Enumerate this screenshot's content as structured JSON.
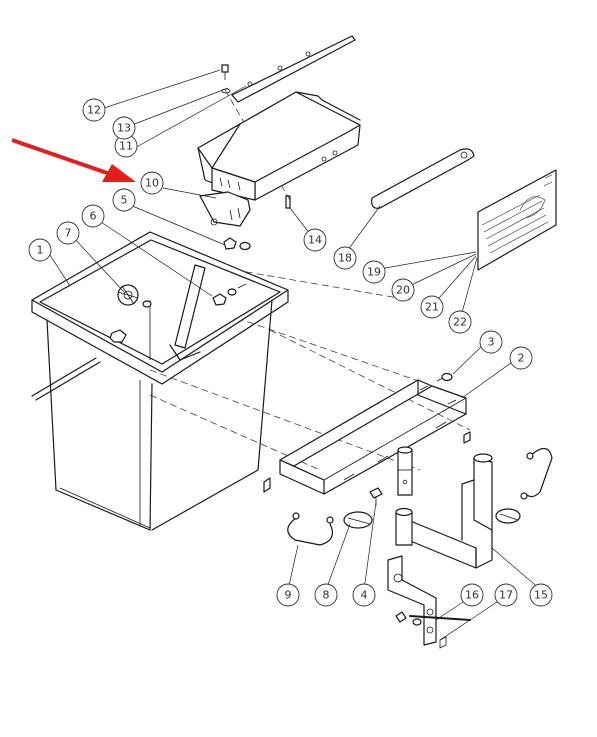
{
  "callouts": [
    {
      "id": "1",
      "label": "1"
    },
    {
      "id": "2",
      "label": "2"
    },
    {
      "id": "3",
      "label": "3"
    },
    {
      "id": "4",
      "label": "4"
    },
    {
      "id": "5",
      "label": "5"
    },
    {
      "id": "6",
      "label": "6"
    },
    {
      "id": "7",
      "label": "7"
    },
    {
      "id": "8",
      "label": "8"
    },
    {
      "id": "9",
      "label": "9"
    },
    {
      "id": "10",
      "label": "10"
    },
    {
      "id": "11",
      "label": "11"
    },
    {
      "id": "12",
      "label": "12"
    },
    {
      "id": "13",
      "label": "13"
    },
    {
      "id": "14",
      "label": "14"
    },
    {
      "id": "15",
      "label": "15"
    },
    {
      "id": "16",
      "label": "16"
    },
    {
      "id": "17",
      "label": "17"
    },
    {
      "id": "18",
      "label": "18"
    },
    {
      "id": "19",
      "label": "19"
    },
    {
      "id": "20",
      "label": "20"
    },
    {
      "id": "21",
      "label": "21"
    },
    {
      "id": "22",
      "label": "22"
    }
  ],
  "highlight": {
    "target": "10",
    "color": "#e41e1e"
  },
  "colors": {
    "line": "#1a1a1a",
    "background": "#ffffff",
    "arrow": "#e41e1e"
  }
}
